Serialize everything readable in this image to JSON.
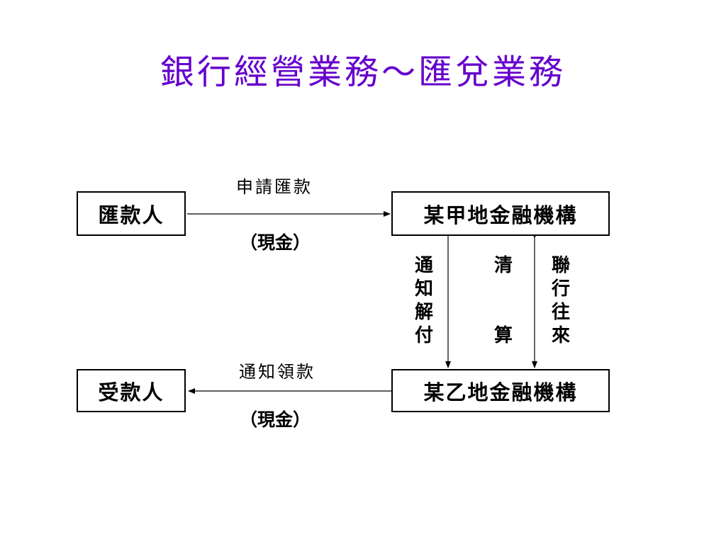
{
  "title": "銀行經營業務～匯兌業務",
  "nodes": {
    "remitter": "匯款人",
    "payee": "受款人",
    "bank_a": "某甲地金融機構",
    "bank_b": "某乙地金融機構"
  },
  "edges": {
    "apply": {
      "top": "申請匯款",
      "bottom": "（現金）"
    },
    "notify_collect": {
      "top": "通知領款",
      "bottom": "（現金）"
    },
    "notify_pay": [
      "通",
      "知",
      "解",
      "付"
    ],
    "clearing": [
      "清",
      "算"
    ],
    "interbank": [
      "聯",
      "行",
      "往",
      "來"
    ]
  },
  "colors": {
    "title": "#6600cc",
    "line": "#000000"
  }
}
